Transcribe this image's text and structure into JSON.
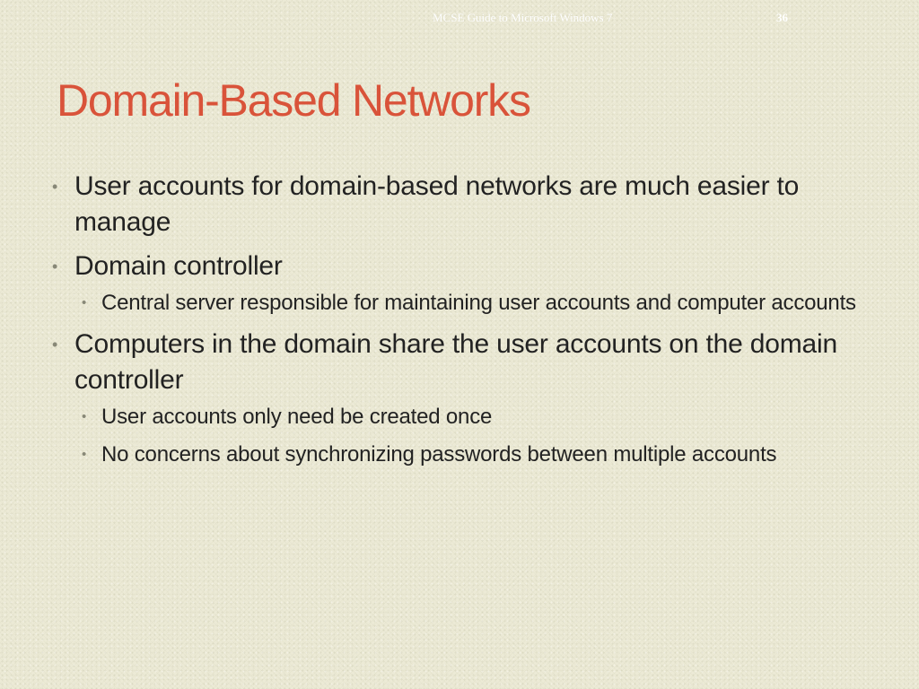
{
  "header": {
    "text": "MCSE Guide to Microsoft Windows 7",
    "slide_number": "36"
  },
  "title": "Domain-Based Networks",
  "bullets": [
    {
      "text": "User accounts for domain-based networks are much easier to manage",
      "sub": []
    },
    {
      "text": "Domain controller",
      "sub": [
        "Central server responsible for maintaining user accounts and computer accounts"
      ]
    },
    {
      "text": "Computers in the domain share the user accounts on the domain controller",
      "sub": [
        "User accounts only need be created once",
        "No concerns about synchronizing passwords between multiple accounts"
      ]
    }
  ],
  "colors": {
    "title": "#d9533a",
    "background": "#ecead6",
    "text": "#222222"
  }
}
